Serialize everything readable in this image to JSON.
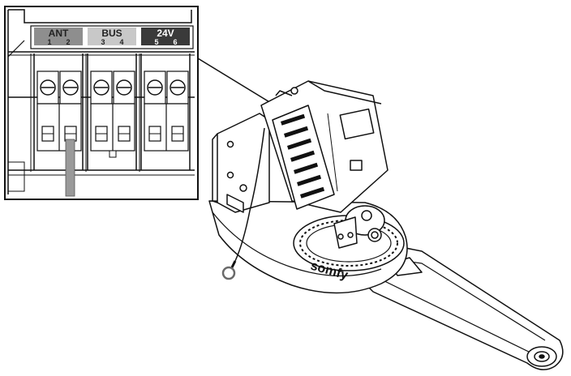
{
  "terminal_groups": [
    {
      "label": "ANT",
      "pins": [
        "1",
        "2"
      ]
    },
    {
      "label": "BUS",
      "pins": [
        "3",
        "4"
      ]
    },
    {
      "label": "24V",
      "pins": [
        "5",
        "6"
      ]
    }
  ],
  "brand": "somfy",
  "colors": {
    "ant_bg": "#8e8e8e",
    "bus_bg": "#c8c8c8",
    "v24_bg": "#3a3a3a",
    "antenna_wire": "#9a9a9a",
    "line": "#111111"
  }
}
